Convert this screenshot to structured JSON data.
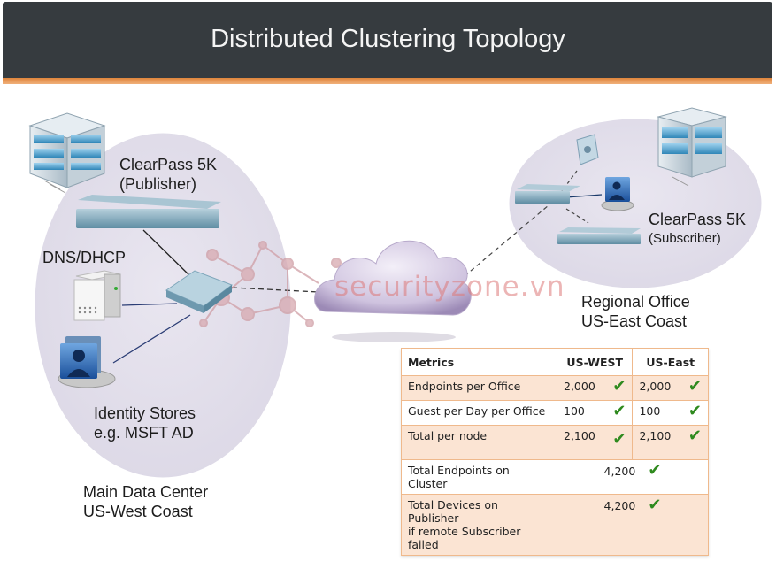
{
  "header": {
    "title": "Distributed Clustering Topology"
  },
  "colors": {
    "header_bg": "#363b3f",
    "accent": "#e0853b",
    "check": "#2f8a1e",
    "table_border": "#efb98c",
    "table_fill": "#fbe4d3"
  },
  "main_site": {
    "publisher_label_line1": "ClearPass 5K",
    "publisher_label_line2": "(Publisher)",
    "dns_label": "DNS/DHCP",
    "identity_line1": "Identity Stores",
    "identity_line2": "e.g. MSFT AD",
    "site_line1": "Main Data Center",
    "site_line2": "US-West Coast"
  },
  "remote_site": {
    "subscriber_label_line1": "ClearPass 5K",
    "subscriber_label_line2": "(Subscriber)",
    "site_line1": "Regional Office",
    "site_line2": "US-East Coast"
  },
  "watermark": "securityzone.vn",
  "icons": [
    "building-icon",
    "appliance-icon",
    "switch-icon",
    "server-icon",
    "identity-store-icon",
    "cloud-icon",
    "access-point-icon"
  ],
  "metrics_table": {
    "headers": [
      "Metrics",
      "US-WEST",
      "US-East"
    ],
    "check_glyph": "✔",
    "rows": [
      {
        "metric": "Endpoints per Office",
        "us_west": "2,000",
        "us_east": "2,000"
      },
      {
        "metric": "Guest per Day per Office",
        "us_west": "100",
        "us_east": "100"
      },
      {
        "metric": "Total per node",
        "us_west": "2,100",
        "us_east": "2,100"
      }
    ],
    "totals": [
      {
        "metric": "Total Endpoints on Cluster",
        "value": "4,200"
      },
      {
        "metric_line1": "Total Devices on Publisher",
        "metric_line2": "if remote Subscriber failed",
        "value": "4,200"
      }
    ]
  }
}
